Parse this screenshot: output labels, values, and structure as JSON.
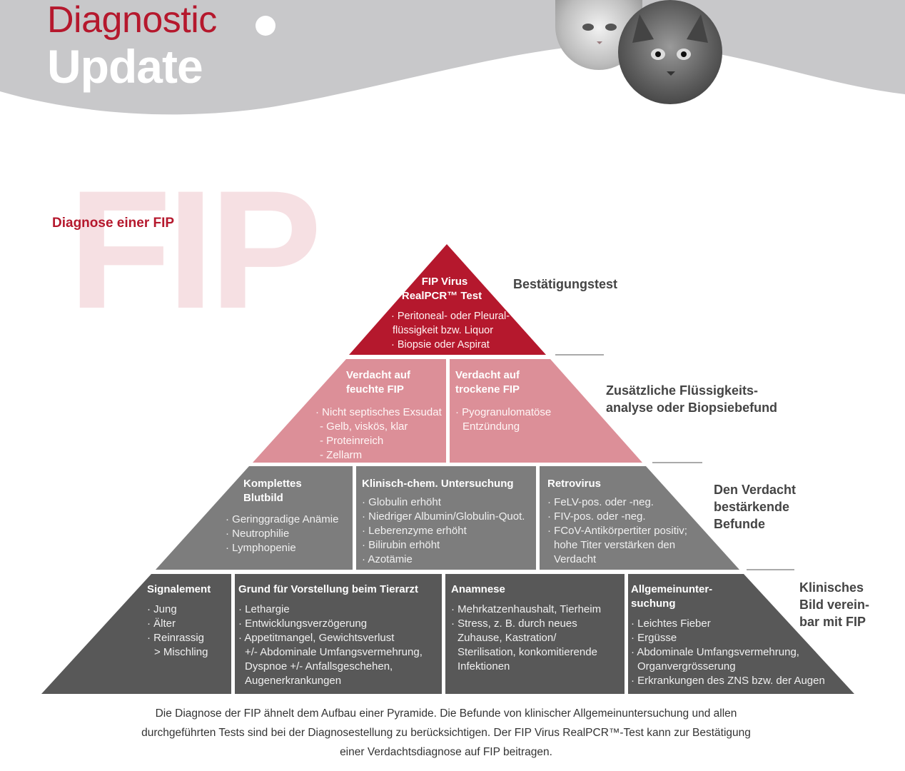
{
  "header": {
    "brand_line1": "Diagnostic",
    "brand_line2": "Update"
  },
  "colors": {
    "brand_red": "#b5182d",
    "pink": "#dc8f98",
    "gray_mid": "#7d7d7d",
    "gray_dark": "#585858",
    "watermark": "#f6e0e3"
  },
  "watermark": "FIP",
  "title": "Diagnose einer FIP",
  "pyramid": {
    "top": {
      "heading_line1": "FIP Virus",
      "heading_line2": "RealPCR™ Test",
      "items": [
        "· Peritoneal- oder Pleural-",
        "flüssigkeit bzw. Liquor",
        "· Biopsie oder Aspirat"
      ]
    },
    "wet": {
      "heading_line1": "Verdacht auf",
      "heading_line2": "feuchte FIP",
      "items": [
        "· Nicht septisches Exsudat",
        "- Gelb, viskös, klar",
        "- Proteinreich",
        "- Zellarm"
      ]
    },
    "dry": {
      "heading_line1": "Verdacht auf",
      "heading_line2": "trockene FIP",
      "items": [
        "· Pyogranulomatöse",
        "Entzündung"
      ]
    },
    "blood": {
      "heading_line1": "Komplettes",
      "heading_line2": "Blutbild",
      "items": [
        "· Geringgradige Anämie",
        "· Neutrophilie",
        "· Lymphopenie"
      ]
    },
    "chem": {
      "heading": "Klinisch-chem. Untersuchung",
      "items": [
        "· Globulin erhöht",
        "· Niedriger Albumin/Globulin-Quot.",
        "· Leberenzyme erhöht",
        "· Bilirubin erhöht",
        "· Azotämie"
      ]
    },
    "retro": {
      "heading": "Retrovirus",
      "items": [
        "· FeLV-pos. oder -neg.",
        "· FIV-pos. oder -neg.",
        "· FCoV-Antikörpertiter positiv;",
        "hohe Titer verstärken den",
        "Verdacht"
      ]
    },
    "signal": {
      "heading": "Signalement",
      "items": [
        "· Jung",
        "· Älter",
        "· Reinrassig",
        "> Mischling"
      ]
    },
    "reason": {
      "heading": "Grund für Vorstellung beim Tierarzt",
      "items": [
        "· Lethargie",
        "· Entwicklungsverzögerung",
        "· Appetitmangel, Gewichtsverlust",
        "+/- Abdominale Umfangsvermehrung,",
        "Dyspnoe +/- Anfallsgeschehen,",
        "Augenerkrankungen"
      ]
    },
    "anamnese": {
      "heading": "Anamnese",
      "items": [
        "· Mehrkatzenhaushalt, Tierheim",
        "· Stress, z. B. durch neues",
        "Zuhause, Kastration/",
        "Sterilisation, konkomitierende",
        "Infektionen"
      ]
    },
    "exam": {
      "heading_line1": "Allgemeinunter-",
      "heading_line2": "suchung",
      "items": [
        "· Leichtes Fieber",
        "· Ergüsse",
        "· Abdominale Umfangsvermehrung,",
        "Organvergrösserung",
        "· Erkrankungen des ZNS bzw. der Augen"
      ]
    }
  },
  "labels": {
    "level1": [
      "Bestätigungstest"
    ],
    "level2": [
      "Zusätzliche Flüssigkeits-",
      "analyse oder Biopsiebefund"
    ],
    "level3": [
      "Den Verdacht",
      "bestärkende",
      "Befunde"
    ],
    "level4": [
      "Klinisches",
      "Bild verein-",
      "bar mit FIP"
    ]
  },
  "caption": [
    "Die Diagnose der FIP ähnelt dem Aufbau einer Pyramide. Die Befunde von klinischer Allgemeinuntersuchung und allen",
    "durchgeführten Tests sind bei der Diagnosestellung zu berücksichtigen. Der FIP Virus RealPCR™-Test kann zur Bestätigung",
    "einer Verdachtsdiagnose auf FIP beitragen."
  ]
}
